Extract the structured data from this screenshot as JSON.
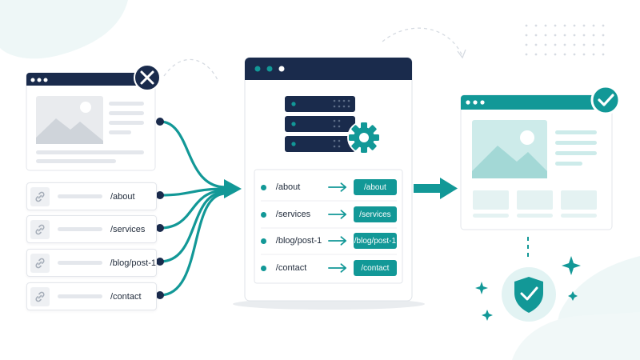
{
  "colors": {
    "navy": "#1a2b4c",
    "teal": "#129897",
    "teal_light": "#d5eeee",
    "gray_light": "#e4e7ec",
    "background_shape": "#eef7f7"
  },
  "icons": {
    "error_badge": "close-icon",
    "success_badge": "check-icon",
    "link": "link-icon",
    "server": "server-icon",
    "settings": "gear-icon",
    "security": "shield-check-icon",
    "sparkle": "sparkle-icon"
  },
  "old_urls": [
    {
      "path": "/about"
    },
    {
      "path": "/services"
    },
    {
      "path": "/blog/post-1"
    },
    {
      "path": "/contact"
    }
  ],
  "redirect_map": [
    {
      "from": "/about",
      "to": "/about"
    },
    {
      "from": "/services",
      "to": "/services"
    },
    {
      "from": "/blog/post-1",
      "to": "/blog/post-1"
    },
    {
      "from": "/contact",
      "to": "/contact"
    }
  ]
}
